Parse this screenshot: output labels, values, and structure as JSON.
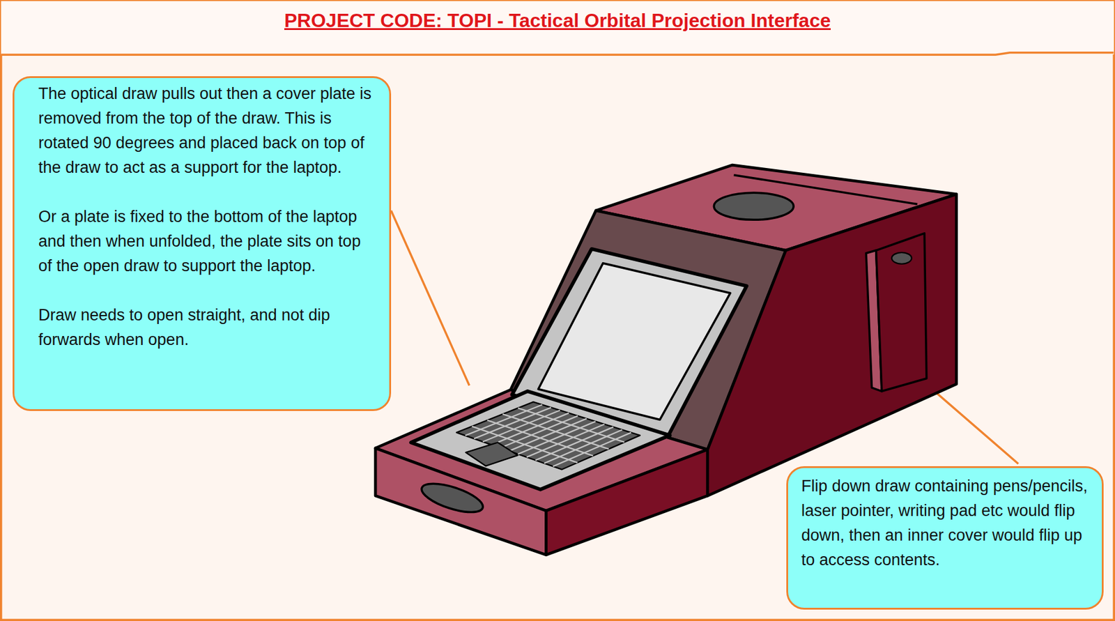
{
  "diagram": {
    "title": "PROJECT CODE: TOPI - Tactical Orbital Projection Interface",
    "nodes": [
      {
        "text": [
          "The optical draw pulls out then a cover plate is removed from the top of the draw. This is rotated 90 degrees and placed back on top of the draw to act as a support for the laptop.",
          "Or a plate is fixed to the bottom of the laptop and then when unfolded, the plate sits on top of the open draw to support the laptop.",
          "Draw needs to open straight, and not dip forwards when open."
        ]
      },
      {
        "text": [
          "Flip down draw containing pens/pencils, laser pointer, writing pad etc would flip down, then an inner cover would flip up to access contents."
        ]
      }
    ]
  }
}
